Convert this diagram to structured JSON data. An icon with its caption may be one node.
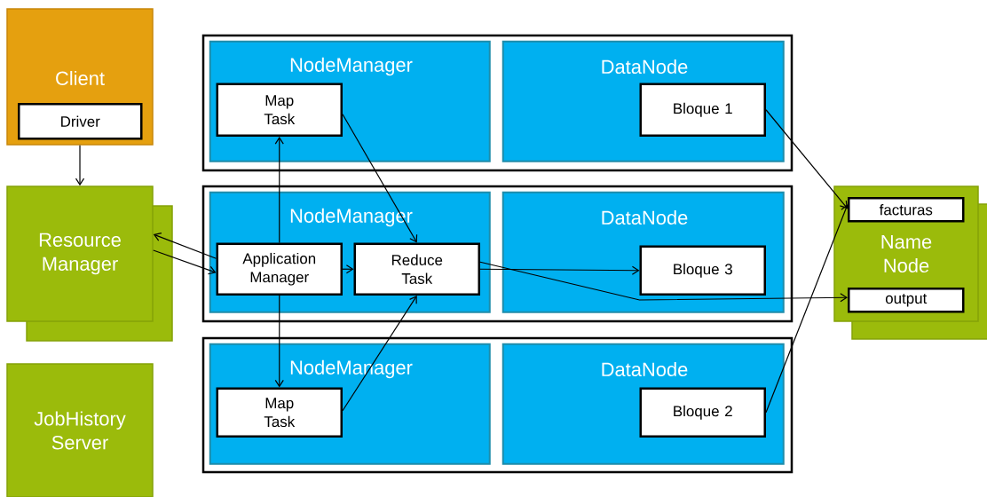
{
  "diagram": {
    "nodes": [
      {
        "text": [
          "Client"
        ]
      },
      {
        "text": [
          "Driver"
        ],
        "in": 0
      },
      {
        "text": [
          "Resource Manager"
        ]
      },
      {
        "text": [
          "JobHistory Server"
        ]
      },
      {
        "text": [],
        "shape": "box"
      },
      {
        "text": [
          "NodeManager"
        ],
        "in": 4
      },
      {
        "text": [
          "Map Task"
        ],
        "in": 5
      },
      {
        "text": [
          "DataNode"
        ],
        "in": 4
      },
      {
        "text": [
          "Bloque 1"
        ],
        "in": 7
      },
      {
        "text": [],
        "shape": "box"
      },
      {
        "text": [
          "NodeManager"
        ],
        "in": 9
      },
      {
        "text": [
          "Application Manager"
        ],
        "in": 10
      },
      {
        "text": [
          "Reduce Task"
        ],
        "in": 10
      },
      {
        "text": [
          "DataNode"
        ],
        "in": 9
      },
      {
        "text": [
          "Bloque 3"
        ],
        "in": 13
      },
      {
        "text": [],
        "shape": "box"
      },
      {
        "text": [
          "NodeManager"
        ],
        "in": 15
      },
      {
        "text": [
          "Map Task"
        ],
        "in": 16
      },
      {
        "text": [
          "DataNode"
        ],
        "in": 15
      },
      {
        "text": [
          "Bloque 2"
        ],
        "in": 18
      },
      {
        "text": [
          "Name Node"
        ]
      },
      {
        "text": [
          "facturas"
        ],
        "in": 20
      },
      {
        "text": [
          "output"
        ],
        "in": 20
      }
    ],
    "edges": [
      {
        "from": 0,
        "to": 2,
        "arrow": "to"
      },
      {
        "from": 2,
        "to": 11,
        "arrow": "to"
      },
      {
        "from": 11,
        "to": 2,
        "arrow": "to"
      },
      {
        "from": 11,
        "to": 6,
        "arrow": "to"
      },
      {
        "from": 11,
        "to": 17,
        "arrow": "to"
      },
      {
        "from": 6,
        "to": 12,
        "arrow": "to"
      },
      {
        "from": 11,
        "to": 12,
        "arrow": "to"
      },
      {
        "from": 17,
        "to": 12,
        "arrow": "to"
      },
      {
        "from": 12,
        "to": 14,
        "arrow": "to"
      },
      {
        "from": 12,
        "to": 22,
        "arrow": "to"
      },
      {
        "from": 8,
        "to": 21,
        "arrow": "to"
      },
      {
        "from": 19,
        "to": 21,
        "arrow": "to"
      }
    ]
  }
}
